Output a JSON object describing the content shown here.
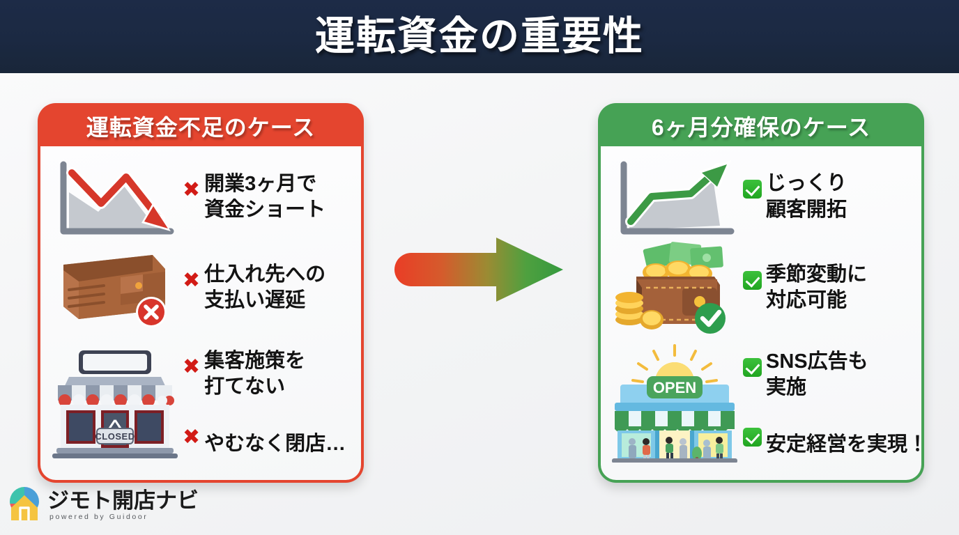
{
  "header": {
    "title": "運転資金の重要性",
    "bg_color": "#1b2942",
    "text_color": "#ffffff"
  },
  "arrow": {
    "name": "gradient-right-arrow",
    "from_color": "#e8402b",
    "to_color": "#3f9e3f",
    "direction": "right"
  },
  "cards": [
    {
      "id": "shortage",
      "accent_color": "#e4452f",
      "header": "運転資金不足のケース",
      "mark": "cross",
      "rows": [
        {
          "icon": "declining-chart-icon",
          "items": [
            "開業3ヶ月で\n資金ショート"
          ]
        },
        {
          "icon": "empty-wallet-icon",
          "items": [
            "仕入れ先への\n支払い遅延"
          ]
        },
        {
          "icon": "closed-shop-icon",
          "items": [
            "集客施策を\n打てない",
            "やむなく閉店…"
          ]
        }
      ],
      "bullets": [
        "開業3ヶ月で資金ショート",
        "仕入れ先への支払い遅延",
        "集客施策を打てない",
        "やむなく閉店…"
      ]
    },
    {
      "id": "secured",
      "accent_color": "#46a255",
      "header": "6ヶ月分確保のケース",
      "mark": "check",
      "rows": [
        {
          "icon": "rising-chart-icon",
          "items": [
            "じっくり\n顧客開拓"
          ]
        },
        {
          "icon": "full-wallet-icon",
          "items": [
            "季節変動に\n対応可能"
          ]
        },
        {
          "icon": "open-shop-icon",
          "items": [
            "SNS広告も\n実施",
            "安定経営を実現！"
          ]
        }
      ],
      "bullets": [
        "じっくり顧客開拓",
        "季節変動に対応可能",
        "SNS広告も実施",
        "安定経営を実現！"
      ]
    }
  ],
  "left_card": {
    "header": "運転資金不足のケース",
    "item1_line1": "開業3ヶ月で",
    "item1_line2": "資金ショート",
    "item2_line1": "仕入れ先への",
    "item2_line2": "支払い遅延",
    "item3_line1": "集客施策を",
    "item3_line2": "打てない",
    "item4": "やむなく閉店…"
  },
  "right_card": {
    "header": "6ヶ月分確保のケース",
    "item1_line1": "じっくり",
    "item1_line2": "顧客開拓",
    "item2_line1": "季節変動に",
    "item2_line2": "対応可能",
    "item3_line1": "SNS広告も",
    "item3_line2": "実施",
    "item4": "安定経営を実現！"
  },
  "shop_signs": {
    "closed": "CLOSED",
    "open": "OPEN"
  },
  "logo": {
    "brand": "ジモト開店ナビ",
    "tagline": "powered by Guidoor",
    "colors": [
      "#3ec3ad",
      "#4a9fd8",
      "#ef5b5b",
      "#f5c441"
    ]
  }
}
